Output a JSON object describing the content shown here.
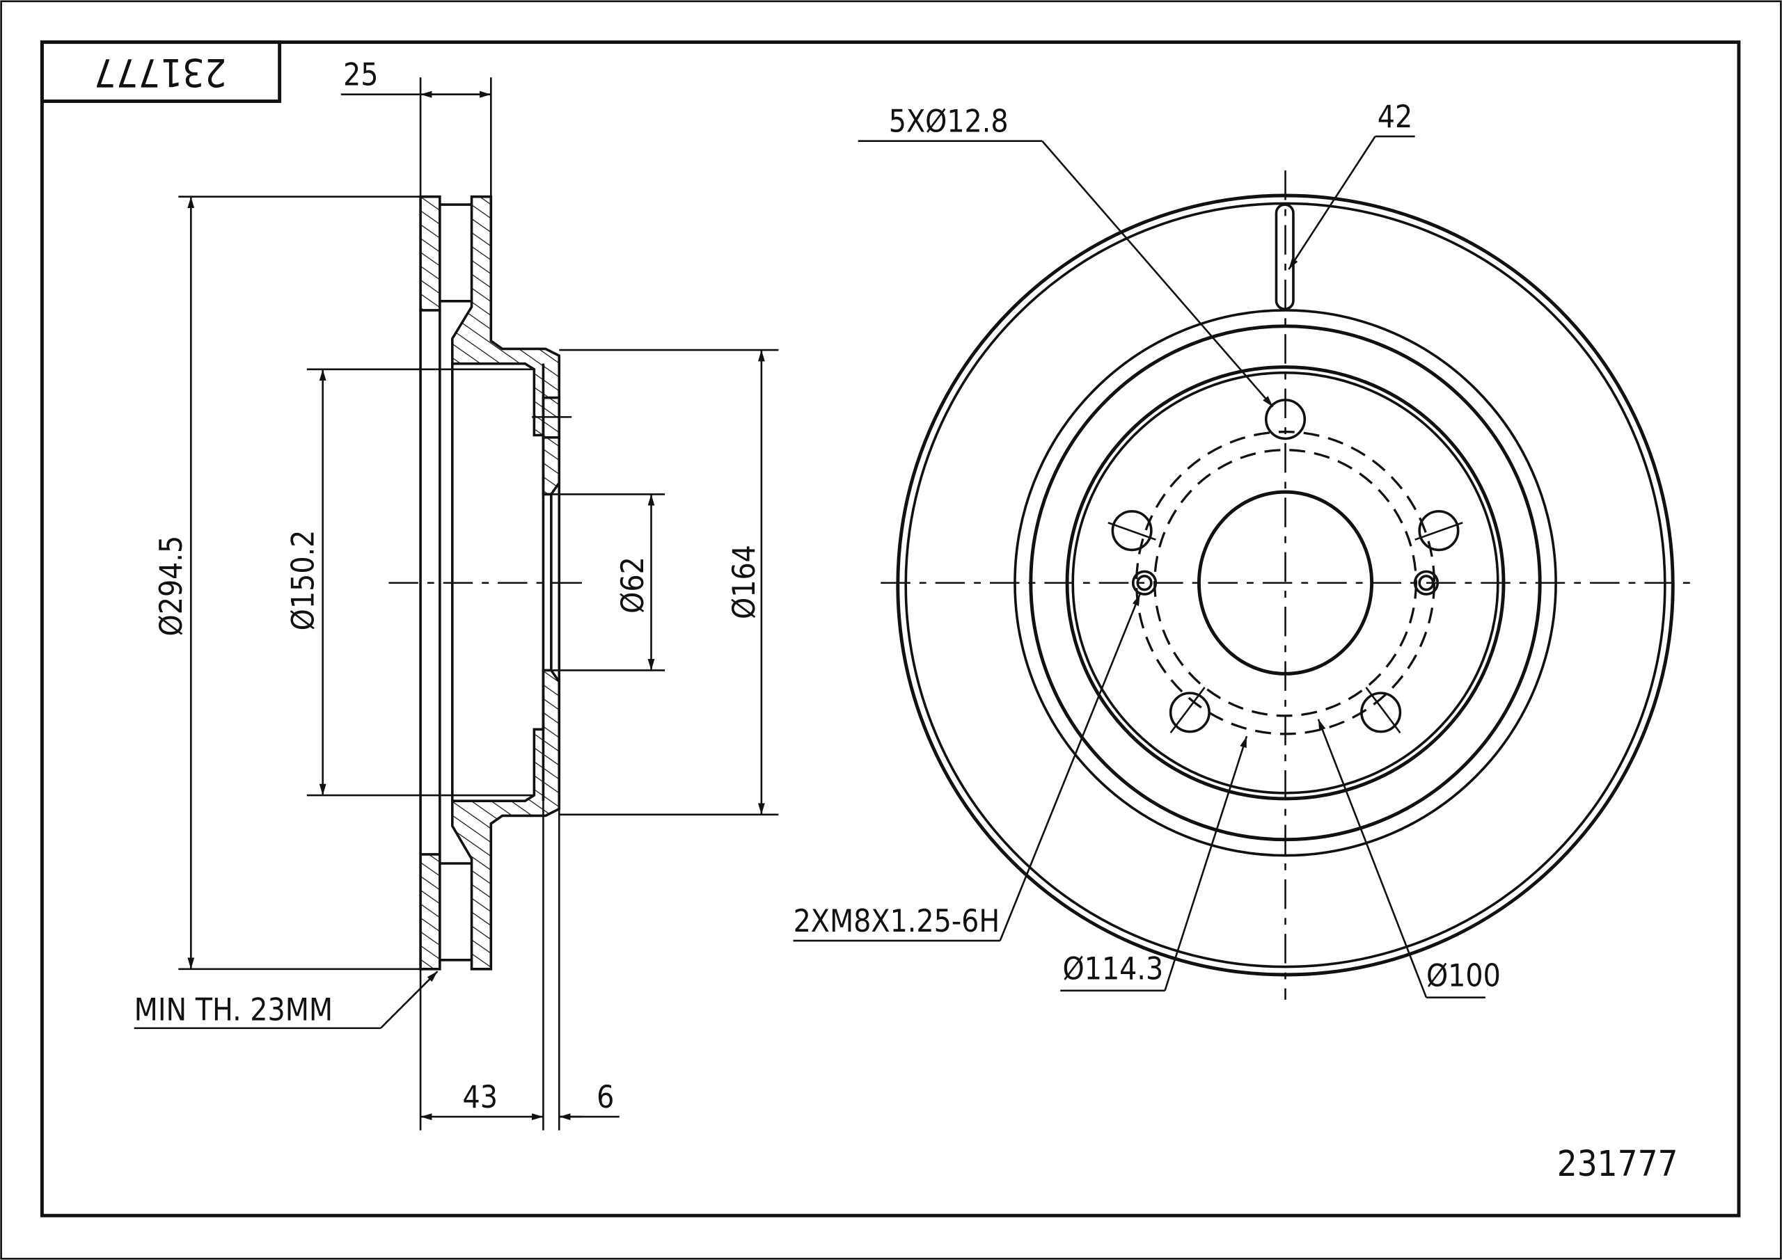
{
  "part_number": "231777",
  "title_box_text": "231777",
  "side_view": {
    "width_dim": "25",
    "outer_diameter": "Ø294.5",
    "hat_inner_diameter": "Ø150.2",
    "center_bore": "Ø62",
    "hat_outer_diameter": "Ø164",
    "min_thickness": "MIN TH. 23MM",
    "height_dim": "43",
    "hat_thickness": "6"
  },
  "front_view": {
    "bolt_holes": "5XØ12.8",
    "slot_dim": "42",
    "threaded_holes": "2XM8X1.25-6H",
    "pcd": "Ø114.3",
    "inner_circle": "Ø100"
  }
}
